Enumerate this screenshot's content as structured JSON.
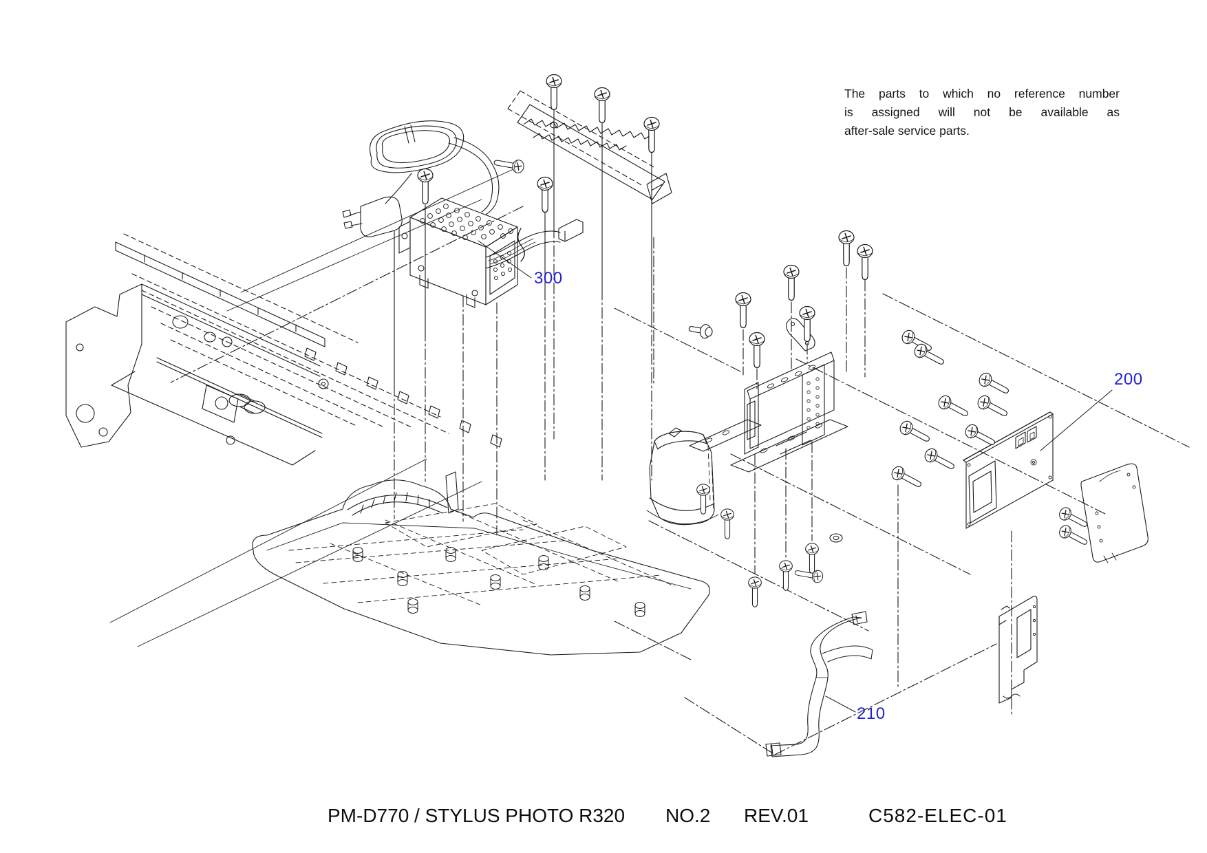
{
  "note": {
    "lines": [
      "The parts to which no reference number",
      "is assigned will not be available as",
      "after-sale service parts."
    ]
  },
  "callouts": {
    "c300": "300",
    "c200": "200",
    "c210": "210"
  },
  "footer": {
    "model": "PM-D770 / STYLUS PHOTO R320",
    "sheet_no": "NO.2",
    "revision": "REV.01",
    "document_code": "C582-ELEC-01"
  },
  "colors": {
    "callout": "#2222d2",
    "line": "#1a1a1a",
    "background": "#ffffff"
  }
}
